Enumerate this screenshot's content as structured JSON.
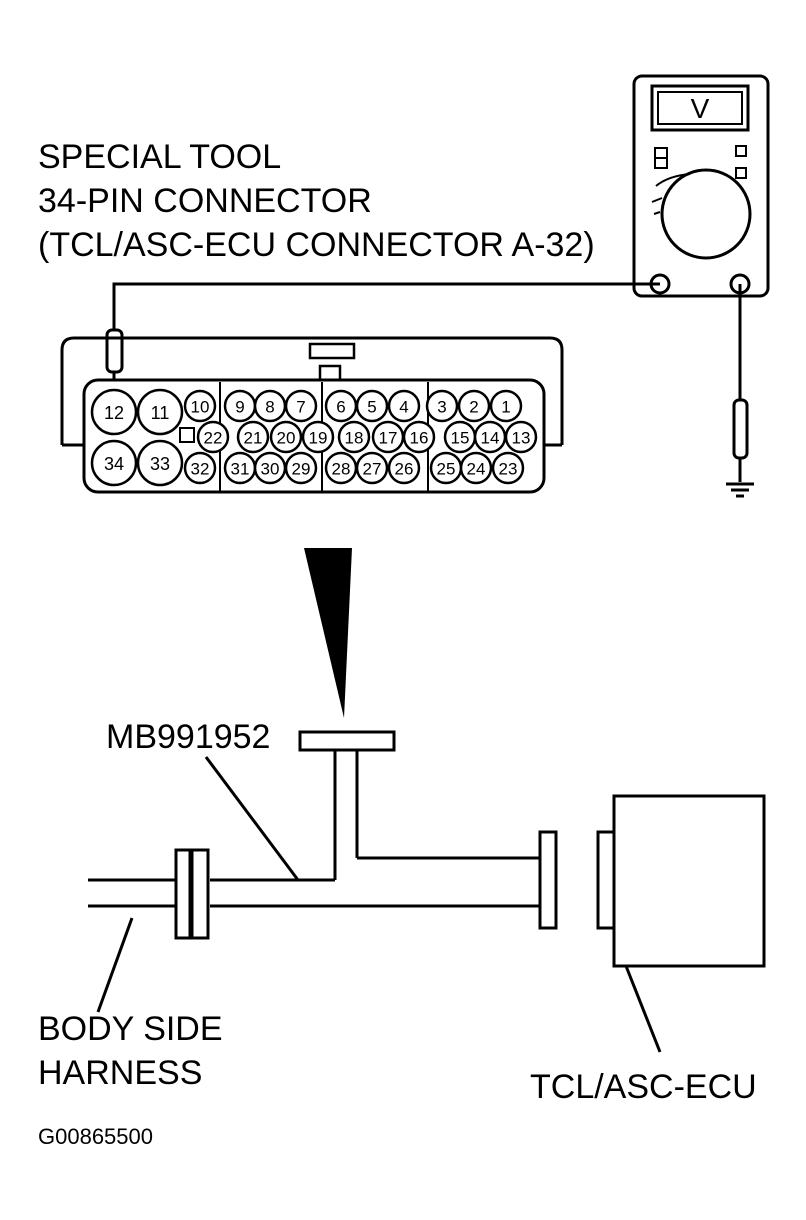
{
  "labels": {
    "special_tool_line1": "SPECIAL TOOL",
    "special_tool_line2": "34-PIN CONNECTOR",
    "special_tool_line3": "(TCL/ASC-ECU CONNECTOR A-32)",
    "tool_number": "MB991952",
    "body_side_line1": "BODY SIDE",
    "body_side_line2": "HARNESS",
    "ecu": "TCL/ASC-ECU",
    "figure_id": "G00865500"
  },
  "meter": {
    "display": "V"
  },
  "connector": {
    "large_pins": [
      "12",
      "11",
      "34",
      "33"
    ],
    "row1": [
      "10",
      "9",
      "8",
      "7",
      "6",
      "5",
      "4",
      "3",
      "2",
      "1"
    ],
    "row2": [
      "22",
      "21",
      "20",
      "19",
      "18",
      "17",
      "16",
      "15",
      "14",
      "13"
    ],
    "row3": [
      "32",
      "31",
      "30",
      "29",
      "28",
      "27",
      "26",
      "25",
      "24",
      "23"
    ]
  }
}
